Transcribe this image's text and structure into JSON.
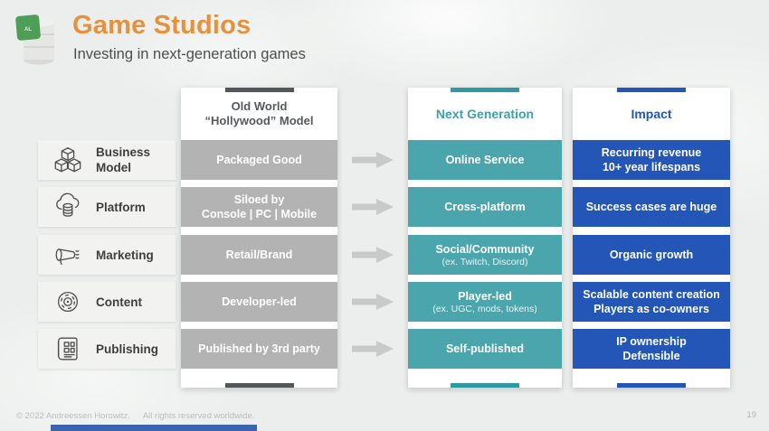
{
  "slide": {
    "title": "Game Studios",
    "subtitle": "Investing in next-generation games",
    "copyright": "© 2022 Andreessen Horowitz.",
    "rights": "All rights reserved worldwide.",
    "page_number": "19"
  },
  "colors": {
    "title_orange": "#E8913C",
    "old_world_gray": "#B3B3B3",
    "old_world_accent": "#53575A",
    "next_gen_teal": "#4BA5AC",
    "next_gen_accent": "#2F99A2",
    "impact_blue": "#2456B7",
    "arrow_gray": "#C9C9C9",
    "label_strip_bg": "#F2F2F0",
    "progress_bar_blue": "#3A64B0"
  },
  "table": {
    "columns": [
      {
        "id": "old-world",
        "header_lines": [
          "Old World",
          "“Hollywood” Model"
        ]
      },
      {
        "id": "next-generation",
        "header_lines": [
          "Next Generation"
        ]
      },
      {
        "id": "impact",
        "header_lines": [
          "Impact"
        ]
      }
    ],
    "rows": [
      {
        "label": "Business Model",
        "icon": "cubes-icon",
        "old_lines": [
          "Packaged Good"
        ],
        "next_lines": [
          "Online Service"
        ],
        "impact_lines": [
          "Recurring revenue",
          "10+ year lifespans"
        ]
      },
      {
        "label": "Platform",
        "icon": "cloud-database-icon",
        "old_lines": [
          "Siloed by",
          "Console | PC | Mobile"
        ],
        "next_lines": [
          "Cross-platform"
        ],
        "impact_lines": [
          "Success cases are huge"
        ]
      },
      {
        "label": "Marketing",
        "icon": "megaphone-icon",
        "old_lines": [
          "Retail/Brand"
        ],
        "next_lines": [
          "Social/Community"
        ],
        "next_sub": "(ex. Twitch, Discord)",
        "impact_lines": [
          "Organic growth"
        ]
      },
      {
        "label": "Content",
        "icon": "disc-icon",
        "old_lines": [
          "Developer-led"
        ],
        "next_lines": [
          "Player-led"
        ],
        "next_sub": "(ex. UGC, mods, tokens)",
        "impact_lines": [
          "Scalable content creation",
          "Players as co-owners"
        ]
      },
      {
        "label": "Publishing",
        "icon": "newspaper-icon",
        "old_lines": [
          "Published by 3rd party"
        ],
        "next_lines": [
          "Self-published"
        ],
        "impact_lines": [
          "IP ownership",
          "Defensible"
        ]
      }
    ]
  }
}
